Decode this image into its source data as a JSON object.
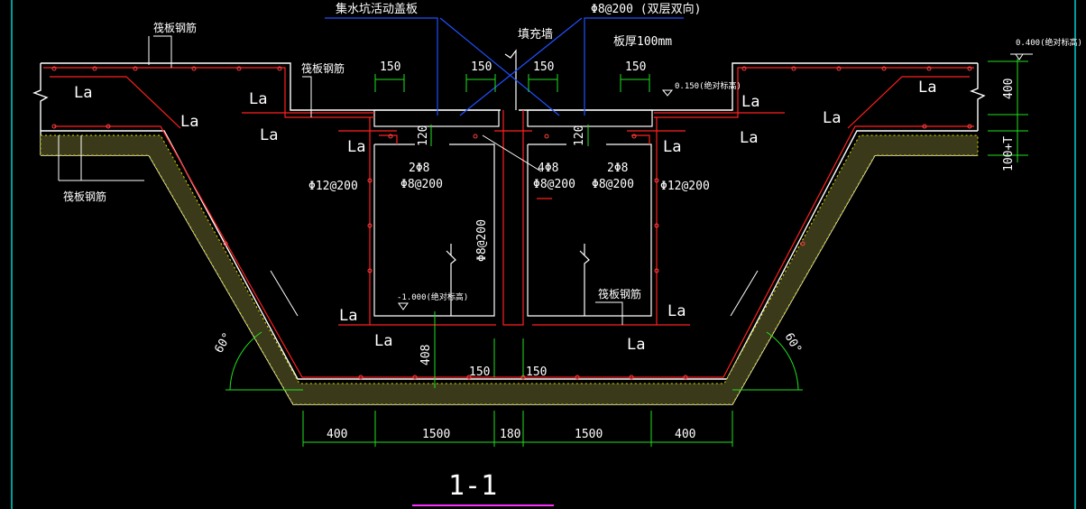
{
  "drawing": {
    "title": "1-1",
    "labels": {
      "raft_rebar": "筏板钢筋",
      "sump_cover": "集水坑活动盖板",
      "fill_wall": "填充墙",
      "cover_rebar": "Φ8@200 (双层双向)",
      "slab_thickness": "板厚100mm",
      "side_rebar_left": "Φ12@200",
      "side_rebar_right": "Φ12@200",
      "bar_2phi8_left": "2Φ8",
      "bar_2phi8_right": "2Φ8",
      "bar_4phi8": "4Φ8",
      "stirrup_left": "Φ8@200",
      "stirrup_mid": "Φ8@200",
      "stirrup_right": "Φ8@200",
      "stirrup_vertical": "Φ8@200",
      "elev_top": "0.400(绝对标高)",
      "elev_slab": "0.150(绝对标高)",
      "elev_bottom": "-1.000(绝对标高)",
      "dim_400_right": "400",
      "dim_100t": "100+T",
      "dim_120_left": "120",
      "dim_120_right": "120",
      "dim_408": "408",
      "angle_left": "60°",
      "angle_right": "60°",
      "anchor": "La"
    },
    "top_dims": [
      "150",
      "150",
      "150",
      "150"
    ],
    "mid_dims": [
      "150",
      "150"
    ],
    "bottom_dims": [
      "400",
      "1500",
      "180",
      "1500",
      "400"
    ]
  }
}
